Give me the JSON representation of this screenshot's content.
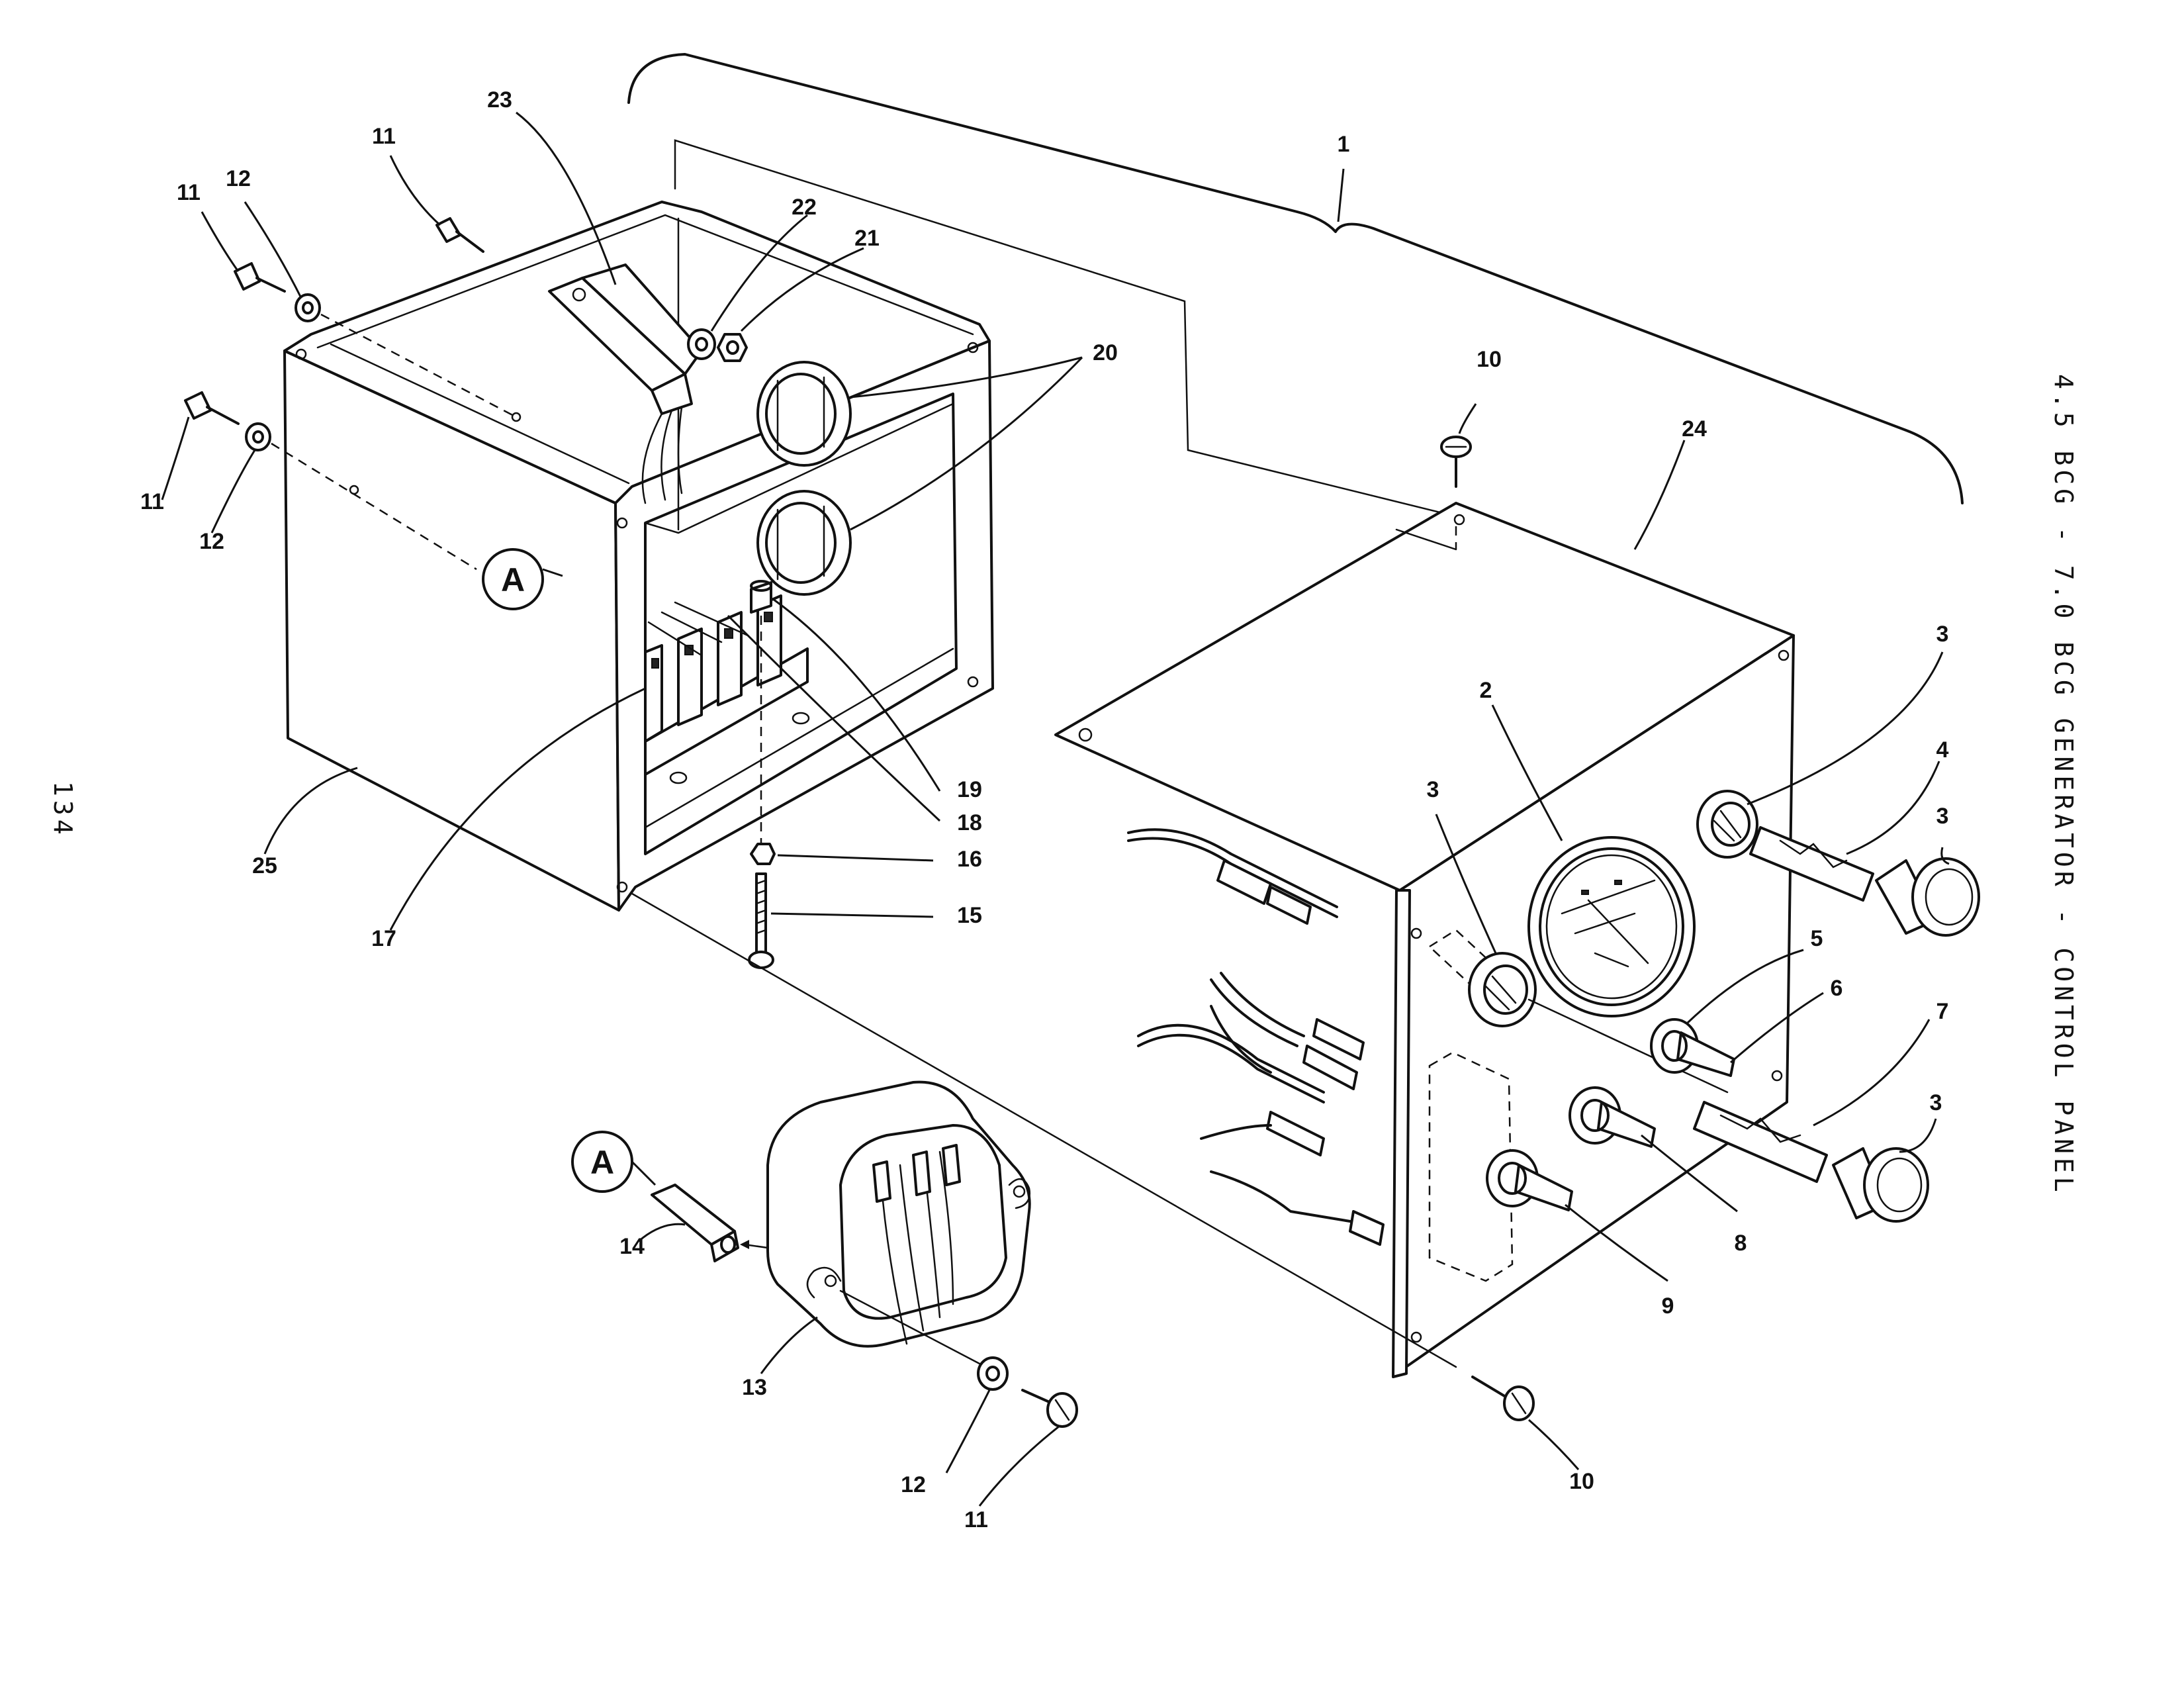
{
  "page": {
    "side_title": "4.5 BCG - 7.0 BCG GENERATOR - CONTROL PANEL",
    "page_number": "134"
  },
  "detail_ref": "A",
  "callouts": {
    "c1": "1",
    "c2": "2",
    "c3": "3",
    "c4": "4",
    "c5": "5",
    "c6": "6",
    "c7": "7",
    "c8": "8",
    "c9": "9",
    "c10": "10",
    "c11": "11",
    "c12": "12",
    "c13": "13",
    "c14": "14",
    "c15": "15",
    "c16": "16",
    "c17": "17",
    "c18": "18",
    "c19": "19",
    "c20": "20",
    "c21": "21",
    "c22": "22",
    "c23": "23",
    "c24": "24",
    "c25": "25"
  }
}
